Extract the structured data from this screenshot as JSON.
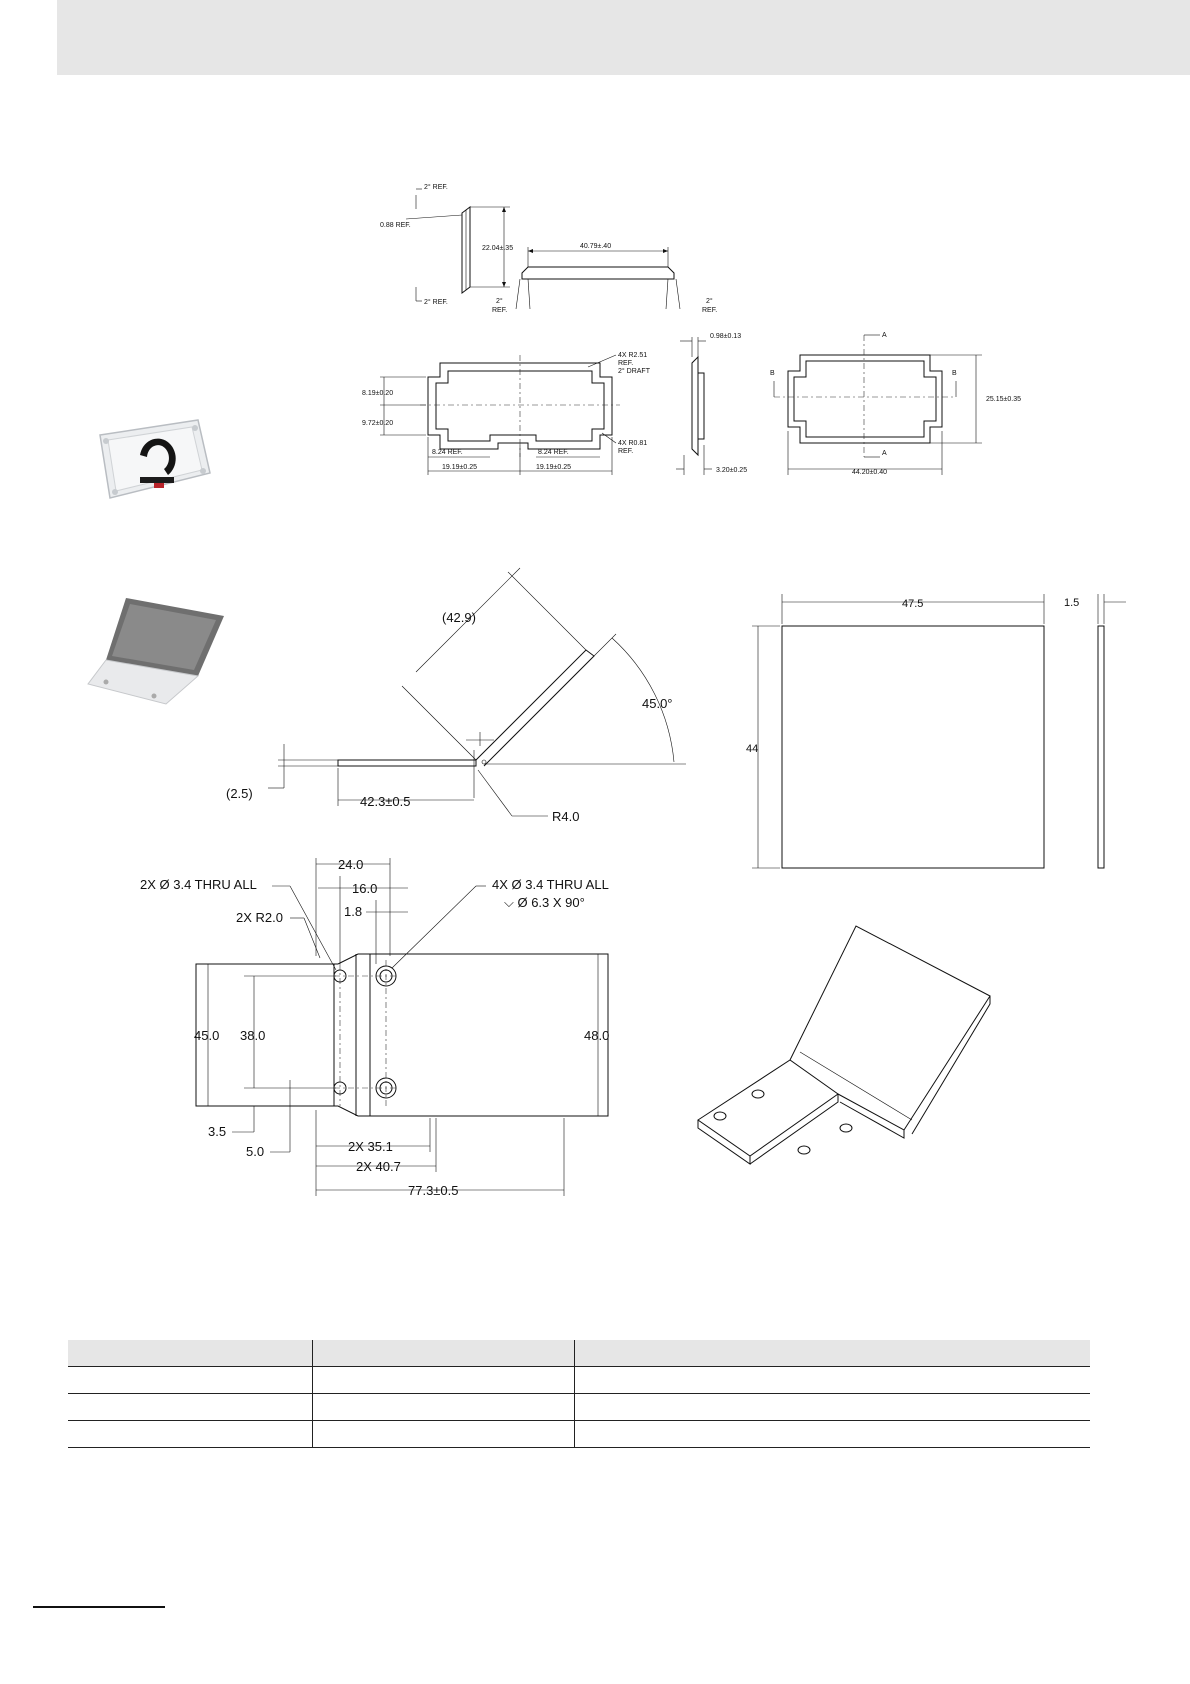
{
  "drawing_1": {
    "side_profile": {
      "top_angle": "2° REF.",
      "lip": "0.88 REF.",
      "height": "22.04±.35",
      "bottom_angle": "2° REF."
    },
    "front_profile": {
      "width": "40.79±.40",
      "left_angle": "2°",
      "left_ref": "REF.",
      "right_angle": "2°",
      "right_ref": "REF."
    },
    "plan": {
      "corner_radius": "4X R2.51",
      "corner_ref": "REF.",
      "draft": "2° DRAFT",
      "upper_offset": "8.19±0.20",
      "lower_offset": "9.72±0.20",
      "notch_left": "8.24 REF.",
      "notch_right": "8.24 REF.",
      "inner_radius": "4X R0.81",
      "inner_ref": "REF.",
      "half_width_left": "19.19±0.25",
      "half_width_right": "19.19±0.25"
    },
    "thin_side": {
      "thickness": "0.98±0.13",
      "depth": "3.20±0.25"
    },
    "outline": {
      "section_a": "A",
      "section_b": "B",
      "height": "25.15±0.35",
      "width": "44.20±0.40"
    }
  },
  "drawing_2": {
    "bend_view": {
      "diagonal": "(42.9)",
      "angle": "45.0°",
      "thickness": "(2.5)",
      "length": "42.3±0.5",
      "radius": "R4.0"
    },
    "flat_view": {
      "width": "47.5",
      "height": "44",
      "thickness": "1.5"
    },
    "plan_view": {
      "holes_left": "2X Ø 3.4 THRU ALL",
      "radius": "2X R2.0",
      "dim_24": "24.0",
      "dim_16": "16.0",
      "dim_1_8": "1.8",
      "holes_right": "4X Ø 3.4 THRU ALL",
      "countersink": "⌵ Ø 6.3 X 90°",
      "dim_45": "45.0",
      "dim_38": "38.0",
      "dim_48": "48.0",
      "dim_3_5": "3.5",
      "dim_5": "5.0",
      "dim_35_1": "2X 35.1",
      "dim_40_7": "2X 40.7",
      "dim_77_3": "77.3±0.5"
    }
  },
  "table": {
    "headers": [
      "",
      "",
      ""
    ],
    "rows": [
      [
        "",
        "",
        ""
      ],
      [
        "",
        "",
        ""
      ],
      [
        "",
        "",
        ""
      ]
    ]
  }
}
